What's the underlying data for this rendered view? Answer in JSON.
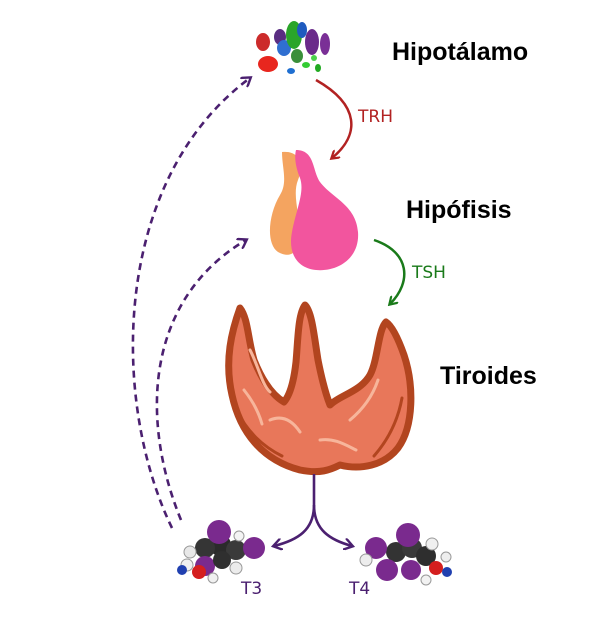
{
  "organs": {
    "hypothalamus": "Hipotálamo",
    "pituitary": "Hipófisis",
    "thyroid": "Tiroides"
  },
  "hormones": {
    "trh": "TRH",
    "tsh": "TSH",
    "t3": "T3",
    "t4": "T4"
  },
  "colors": {
    "trh": "#b22222",
    "tsh": "#1a7a1a",
    "feedback": "#4b2070",
    "pituitary_anterior": "#f2559e",
    "pituitary_posterior": "#f4a460",
    "thyroid_fill": "#e8775a",
    "thyroid_edge": "#b2451f"
  }
}
